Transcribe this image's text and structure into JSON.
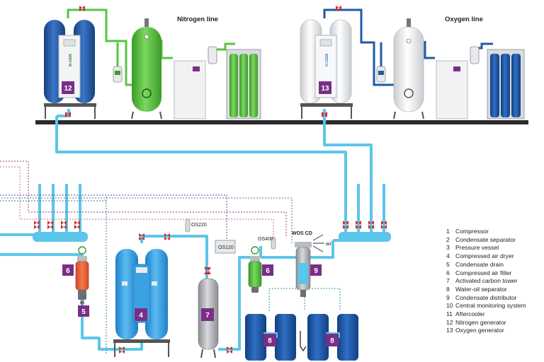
{
  "titles": {
    "nitrogen_line": "Nitrogen line",
    "oxygen_line": "Oxygen line"
  },
  "generator_labels": {
    "nitrogen": "N-GEN",
    "oxygen": "O-GEN"
  },
  "instrument_labels": {
    "os220": "OS220",
    "os120": "OS120",
    "os400": "OS400",
    "wos": "WOS CD",
    "air": "air"
  },
  "badges": {
    "b12": "12",
    "b13": "13",
    "b6a": "6",
    "b6b": "6",
    "b5": "5",
    "b4": "4",
    "b7": "7",
    "b9": "9",
    "b8a": "8",
    "b8b": "8"
  },
  "legend": [
    {
      "num": "1",
      "label": "Compressor"
    },
    {
      "num": "2",
      "label": "Condensate separator"
    },
    {
      "num": "3",
      "label": "Pressure vessel"
    },
    {
      "num": "4",
      "label": "Compressed air dryer"
    },
    {
      "num": "5",
      "label": "Condensate drain"
    },
    {
      "num": "6",
      "label": "Compressed air filter"
    },
    {
      "num": "7",
      "label": "Activated carbon tower"
    },
    {
      "num": "8",
      "label": "Water-oil separator"
    },
    {
      "num": "9",
      "label": "Condensate distributor"
    },
    {
      "num": "10",
      "label": "Central monitoring system"
    },
    {
      "num": "11",
      "label": "Aftercooler"
    },
    {
      "num": "12",
      "label": "Nitrogen generator"
    },
    {
      "num": "13",
      "label": "Oxygen generator"
    }
  ],
  "colors": {
    "pipe": "#5cc6ea",
    "nitrogen_green": "#57c443",
    "dark_blue": "#1f5aa8",
    "badge": "#7a2e88",
    "valve_red": "#c8322f",
    "platform": "#2b2b2b",
    "dryer_blue": "#3aa0e0",
    "separator_blue": "#1f5aa8"
  }
}
